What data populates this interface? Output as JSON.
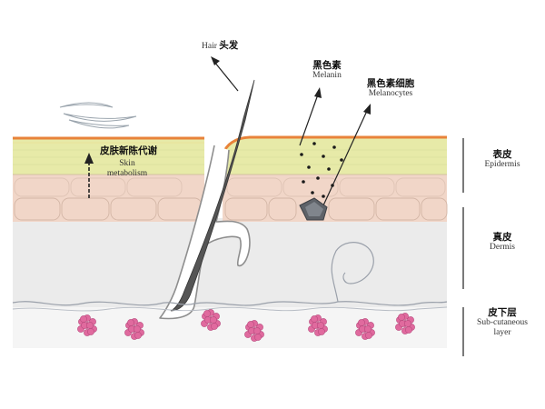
{
  "labels": {
    "hair_en": "Hair",
    "hair_zh": "头发",
    "melanin_zh": "黑色素",
    "melanin_en": "Melanin",
    "melanocytes_zh": "黑色素细胞",
    "melanocytes_en": "Melanocytes",
    "metabolism_zh": "皮肤新陈代谢",
    "metabolism_en_line1": "Skin",
    "metabolism_en_line2": "metabolism",
    "epidermis_zh": "表皮",
    "epidermis_en": "Epidermis",
    "dermis_zh": "真皮",
    "dermis_en": "Dermis",
    "subcutaneous_zh": "皮下层",
    "subcutaneous_en_line1": "Sub-cutaneous",
    "subcutaneous_en_line2": "layer"
  },
  "colors": {
    "stratum_top": "#e8833a",
    "epidermis_yellow": "#e7eaa8",
    "epidermis_pink": "#f1d6c8",
    "dermis_gray": "#ebebeb",
    "hair": "#555555",
    "fat_cells": "#e06a9e"
  }
}
